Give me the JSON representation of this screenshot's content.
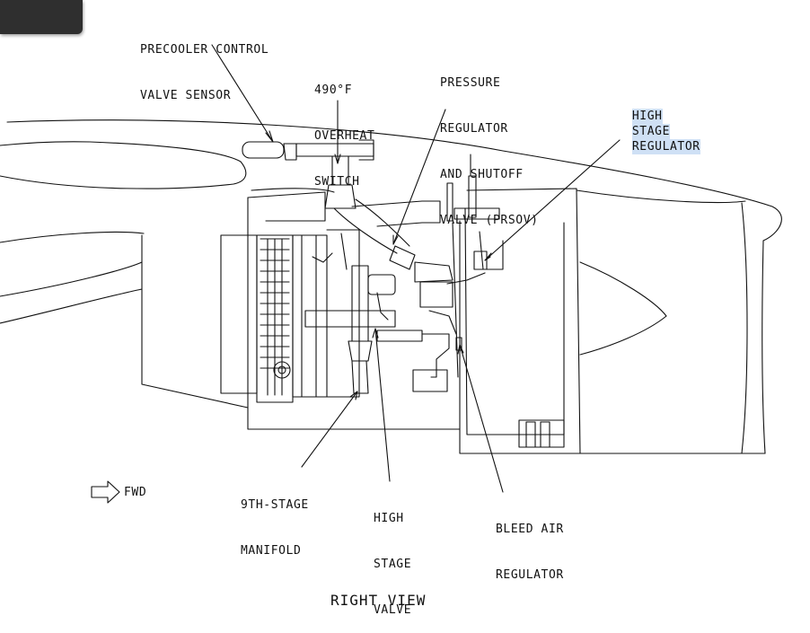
{
  "labels": {
    "precooler_sensor": [
      "PRECOOLER CONTROL",
      "VALVE SENSOR"
    ],
    "overheat_switch": [
      "490°F",
      "OVERHEAT",
      "SWITCH"
    ],
    "prsov": [
      "PRESSURE",
      "REGULATOR",
      "AND SHUTOFF",
      "VALVE (PRSOV)"
    ],
    "high_stage_regulator": [
      "HIGH",
      "STAGE",
      "REGULATOR"
    ],
    "ninth_stage_manifold": [
      "9TH-STAGE",
      "MANIFOLD"
    ],
    "high_stage_valve": [
      "HIGH",
      "STAGE",
      "VALVE"
    ],
    "bleed_air_regulator": [
      "BLEED AIR",
      "REGULATOR"
    ],
    "fwd": "FWD"
  },
  "view_title": "RIGHT VIEW",
  "colors": {
    "line": "#111111",
    "highlight": "#cfe0f5",
    "tab": "#2f2f2f"
  }
}
